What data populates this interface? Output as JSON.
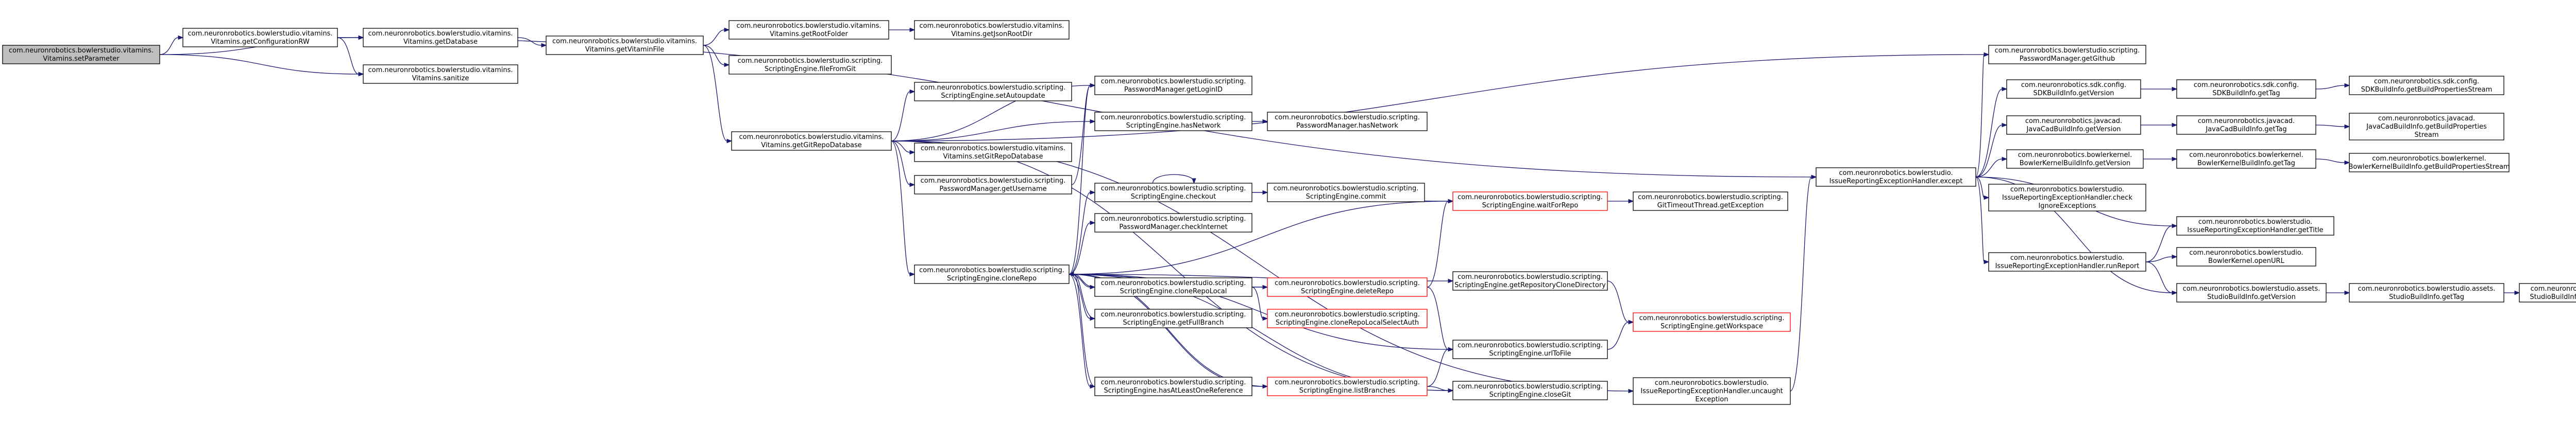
{
  "colors": {
    "root_fill": "#bfbfbf",
    "node_fill": "#ffffff",
    "node_border": "#000000",
    "warn_border": "#ff0000",
    "edge": "#191970"
  },
  "nodes": [
    {
      "id": "root",
      "lines": [
        "com.neuronrobotics.bowlerstudio.vitamins.",
        "Vitamins.setParameter"
      ],
      "style": "root"
    },
    {
      "id": "getConfigurationRW",
      "lines": [
        "com.neuronrobotics.bowlerstudio.vitamins.",
        "Vitamins.getConfigurationRW"
      ],
      "style": "normal"
    },
    {
      "id": "getDatabase",
      "lines": [
        "com.neuronrobotics.bowlerstudio.vitamins.",
        "Vitamins.getDatabase"
      ],
      "style": "normal"
    },
    {
      "id": "sanitize",
      "lines": [
        "com.neuronrobotics.bowlerstudio.vitamins.",
        "Vitamins.sanitize"
      ],
      "style": "normal"
    },
    {
      "id": "getVitaminFile",
      "lines": [
        "com.neuronrobotics.bowlerstudio.vitamins.",
        "Vitamins.getVitaminFile"
      ],
      "style": "normal"
    },
    {
      "id": "getRootFolder",
      "lines": [
        "com.neuronrobotics.bowlerstudio.vitamins.",
        "Vitamins.getRootFolder"
      ],
      "style": "normal"
    },
    {
      "id": "getJsonRootDir",
      "lines": [
        "com.neuronrobotics.bowlerstudio.vitamins.",
        "Vitamins.getJsonRootDir"
      ],
      "style": "normal"
    },
    {
      "id": "fileFromGit",
      "lines": [
        "com.neuronrobotics.bowlerstudio.scripting.",
        "ScriptingEngine.fileFromGit"
      ],
      "style": "normal"
    },
    {
      "id": "getGitRepoDatabase",
      "lines": [
        "com.neuronrobotics.bowlerstudio.vitamins.",
        "Vitamins.getGitRepoDatabase"
      ],
      "style": "normal"
    },
    {
      "id": "setAutoupdate",
      "lines": [
        "com.neuronrobotics.bowlerstudio.scripting.",
        "ScriptingEngine.setAutoupdate"
      ],
      "style": "normal"
    },
    {
      "id": "getLoginID",
      "lines": [
        "com.neuronrobotics.bowlerstudio.scripting.",
        "PasswordManager.getLoginID"
      ],
      "style": "normal"
    },
    {
      "id": "hasNetwork",
      "lines": [
        "com.neuronrobotics.bowlerstudio.scripting.",
        "ScriptingEngine.hasNetwork"
      ],
      "style": "normal"
    },
    {
      "id": "pmHasNetwork",
      "lines": [
        "com.neuronrobotics.bowlerstudio.scripting.",
        "PasswordManager.hasNetwork"
      ],
      "style": "normal"
    },
    {
      "id": "setGitRepoDatabase",
      "lines": [
        "com.neuronrobotics.bowlerstudio.vitamins.",
        "Vitamins.setGitRepoDatabase"
      ],
      "style": "normal"
    },
    {
      "id": "getUsername",
      "lines": [
        "com.neuronrobotics.bowlerstudio.scripting.",
        "PasswordManager.getUsername"
      ],
      "style": "normal"
    },
    {
      "id": "checkout",
      "lines": [
        "com.neuronrobotics.bowlerstudio.scripting.",
        "ScriptingEngine.checkout"
      ],
      "style": "normal"
    },
    {
      "id": "commit",
      "lines": [
        "com.neuronrobotics.bowlerstudio.scripting.",
        "ScriptingEngine.commit"
      ],
      "style": "normal"
    },
    {
      "id": "checkInternet",
      "lines": [
        "com.neuronrobotics.bowlerstudio.scripting.",
        "PasswordManager.checkInternet"
      ],
      "style": "normal"
    },
    {
      "id": "waitForRepo",
      "lines": [
        "com.neuronrobotics.bowlerstudio.scripting.",
        "ScriptingEngine.waitForRepo"
      ],
      "style": "warn"
    },
    {
      "id": "timeoutGetException",
      "lines": [
        "com.neuronrobotics.bowlerstudio.scripting.",
        "GitTimeoutThread.getException"
      ],
      "style": "normal"
    },
    {
      "id": "cloneRepo",
      "lines": [
        "com.neuronrobotics.bowlerstudio.scripting.",
        "ScriptingEngine.cloneRepo"
      ],
      "style": "normal"
    },
    {
      "id": "cloneRepoLocal",
      "lines": [
        "com.neuronrobotics.bowlerstudio.scripting.",
        "ScriptingEngine.cloneRepoLocal"
      ],
      "style": "normal"
    },
    {
      "id": "deleteRepo",
      "lines": [
        "com.neuronrobotics.bowlerstudio.scripting.",
        "ScriptingEngine.deleteRepo"
      ],
      "style": "warn"
    },
    {
      "id": "getRepositoryCloneDirectory",
      "lines": [
        "com.neuronrobotics.bowlerstudio.scripting.",
        "ScriptingEngine.getRepositoryCloneDirectory"
      ],
      "style": "normal"
    },
    {
      "id": "cloneRepoLocalSelectAuth",
      "lines": [
        "com.neuronrobotics.bowlerstudio.scripting.",
        "ScriptingEngine.cloneRepoLocalSelectAuth"
      ],
      "style": "warn"
    },
    {
      "id": "getFullBranch",
      "lines": [
        "com.neuronrobotics.bowlerstudio.scripting.",
        "ScriptingEngine.getFullBranch"
      ],
      "style": "normal"
    },
    {
      "id": "getWorkspace",
      "lines": [
        "com.neuronrobotics.bowlerstudio.scripting.",
        "ScriptingEngine.getWorkspace"
      ],
      "style": "warn"
    },
    {
      "id": "urlToFile",
      "lines": [
        "com.neuronrobotics.bowlerstudio.scripting.",
        "ScriptingEngine.urlToFile"
      ],
      "style": "normal"
    },
    {
      "id": "hasAtLeastOneReference",
      "lines": [
        "com.neuronrobotics.bowlerstudio.scripting.",
        "ScriptingEngine.hasAtLeastOneReference"
      ],
      "style": "normal"
    },
    {
      "id": "listBranches",
      "lines": [
        "com.neuronrobotics.bowlerstudio.scripting.",
        "ScriptingEngine.listBranches"
      ],
      "style": "warn"
    },
    {
      "id": "closeGit",
      "lines": [
        "com.neuronrobotics.bowlerstudio.scripting.",
        "ScriptingEngine.closeGit"
      ],
      "style": "normal"
    },
    {
      "id": "uncaughtException",
      "lines": [
        "com.neuronrobotics.bowlerstudio.",
        "IssueReportingExceptionHandler.uncaught",
        "Exception"
      ],
      "style": "normal"
    },
    {
      "id": "except",
      "lines": [
        "com.neuronrobotics.bowlerstudio.",
        "IssueReportingExceptionHandler.except"
      ],
      "style": "normal"
    },
    {
      "id": "getGithub",
      "lines": [
        "com.neuronrobotics.bowlerstudio.scripting.",
        "PasswordManager.getGithub"
      ],
      "style": "normal"
    },
    {
      "id": "sdkGetVersion",
      "lines": [
        "com.neuronrobotics.sdk.config.",
        "SDKBuildInfo.getVersion"
      ],
      "style": "normal"
    },
    {
      "id": "sdkGetTag",
      "lines": [
        "com.neuronrobotics.sdk.config.",
        "SDKBuildInfo.getTag"
      ],
      "style": "normal"
    },
    {
      "id": "sdkGetStream",
      "lines": [
        "com.neuronrobotics.sdk.config.",
        "SDKBuildInfo.getBuildPropertiesStream"
      ],
      "style": "normal"
    },
    {
      "id": "javacadGetVersion",
      "lines": [
        "com.neuronrobotics.javacad.",
        "JavaCadBuildInfo.getVersion"
      ],
      "style": "normal"
    },
    {
      "id": "javacadGetTag",
      "lines": [
        "com.neuronrobotics.javacad.",
        "JavaCadBuildInfo.getTag"
      ],
      "style": "normal"
    },
    {
      "id": "javacadGetStream",
      "lines": [
        "com.neuronrobotics.javacad.",
        "JavaCadBuildInfo.getBuildProperties",
        "Stream"
      ],
      "style": "normal"
    },
    {
      "id": "kernelGetVersion",
      "lines": [
        "com.neuronrobotics.bowlerkernel.",
        "BowlerKernelBuildInfo.getVersion"
      ],
      "style": "normal"
    },
    {
      "id": "kernelGetTag",
      "lines": [
        "com.neuronrobotics.bowlerkernel.",
        "BowlerKernelBuildInfo.getTag"
      ],
      "style": "normal"
    },
    {
      "id": "kernelGetStream",
      "lines": [
        "com.neuronrobotics.bowlerkernel.",
        "BowlerKernelBuildInfo.getBuildPropertiesStream"
      ],
      "style": "normal"
    },
    {
      "id": "checkIgnoreExceptions",
      "lines": [
        "com.neuronrobotics.bowlerstudio.",
        "IssueReportingExceptionHandler.check",
        "IgnoreExceptions"
      ],
      "style": "normal"
    },
    {
      "id": "getTitle",
      "lines": [
        "com.neuronrobotics.bowlerstudio.",
        "IssueReportingExceptionHandler.getTitle"
      ],
      "style": "normal"
    },
    {
      "id": "runReport",
      "lines": [
        "com.neuronrobotics.bowlerstudio.",
        "IssueReportingExceptionHandler.runReport"
      ],
      "style": "normal"
    },
    {
      "id": "openURL",
      "lines": [
        "com.neuronrobotics.bowlerstudio.",
        "BowlerKernel.openURL"
      ],
      "style": "normal"
    },
    {
      "id": "studioGetVersion",
      "lines": [
        "com.neuronrobotics.bowlerstudio.assets.",
        "StudioBuildInfo.getVersion"
      ],
      "style": "normal"
    },
    {
      "id": "studioGetTag",
      "lines": [
        "com.neuronrobotics.bowlerstudio.assets.",
        "StudioBuildInfo.getTag"
      ],
      "style": "normal"
    },
    {
      "id": "studioGetStream",
      "lines": [
        "com.neuronrobotics.bowlerstudio.assets.",
        "StudioBuildInfo.getBuildPropertiesStream"
      ],
      "style": "normal"
    }
  ],
  "edges": [
    [
      "root",
      "getConfigurationRW"
    ],
    [
      "root",
      "getDatabase"
    ],
    [
      "root",
      "sanitize"
    ],
    [
      "getConfigurationRW",
      "getDatabase"
    ],
    [
      "getConfigurationRW",
      "sanitize"
    ],
    [
      "getConfigurationRW",
      "except"
    ],
    [
      "getDatabase",
      "getVitaminFile"
    ],
    [
      "getVitaminFile",
      "getRootFolder"
    ],
    [
      "getVitaminFile",
      "fileFromGit"
    ],
    [
      "getVitaminFile",
      "getGitRepoDatabase"
    ],
    [
      "getRootFolder",
      "getJsonRootDir"
    ],
    [
      "getGitRepoDatabase",
      "setAutoupdate"
    ],
    [
      "getGitRepoDatabase",
      "getLoginID"
    ],
    [
      "getGitRepoDatabase",
      "hasNetwork"
    ],
    [
      "getGitRepoDatabase",
      "setGitRepoDatabase"
    ],
    [
      "getGitRepoDatabase",
      "getUsername"
    ],
    [
      "getGitRepoDatabase",
      "cloneRepo"
    ],
    [
      "getGitRepoDatabase",
      "getGithub"
    ],
    [
      "getGitRepoDatabase",
      "closeGit"
    ],
    [
      "getGitRepoDatabase",
      "uncaughtException"
    ],
    [
      "hasNetwork",
      "pmHasNetwork"
    ],
    [
      "getUsername",
      "getLoginID"
    ],
    [
      "cloneRepo",
      "getLoginID"
    ],
    [
      "cloneRepo",
      "checkout"
    ],
    [
      "cloneRepo",
      "checkInternet"
    ],
    [
      "cloneRepo",
      "waitForRepo"
    ],
    [
      "cloneRepo",
      "cloneRepoLocal"
    ],
    [
      "cloneRepo",
      "getRepositoryCloneDirectory"
    ],
    [
      "cloneRepo",
      "getFullBranch"
    ],
    [
      "cloneRepo",
      "urlToFile"
    ],
    [
      "cloneRepo",
      "hasAtLeastOneReference"
    ],
    [
      "cloneRepo",
      "listBranches"
    ],
    [
      "cloneRepo",
      "closeGit"
    ],
    [
      "checkout",
      "checkout"
    ],
    [
      "checkout",
      "commit"
    ],
    [
      "checkout",
      "waitForRepo"
    ],
    [
      "waitForRepo",
      "timeoutGetException"
    ],
    [
      "cloneRepoLocal",
      "cloneRepo"
    ],
    [
      "cloneRepoLocal",
      "deleteRepo"
    ],
    [
      "cloneRepoLocal",
      "cloneRepoLocalSelectAuth"
    ],
    [
      "deleteRepo",
      "cloneRepo"
    ],
    [
      "deleteRepo",
      "waitForRepo"
    ],
    [
      "deleteRepo",
      "urlToFile"
    ],
    [
      "getRepositoryCloneDirectory",
      "getWorkspace"
    ],
    [
      "getFullBranch",
      "cloneRepo"
    ],
    [
      "urlToFile",
      "getWorkspace"
    ],
    [
      "hasAtLeastOneReference",
      "cloneRepo"
    ],
    [
      "listBranches",
      "cloneRepo"
    ],
    [
      "listBranches",
      "urlToFile"
    ],
    [
      "listBranches",
      "closeGit"
    ],
    [
      "uncaughtException",
      "except"
    ],
    [
      "except",
      "getGithub"
    ],
    [
      "except",
      "sdkGetVersion"
    ],
    [
      "except",
      "javacadGetVersion"
    ],
    [
      "except",
      "kernelGetVersion"
    ],
    [
      "except",
      "checkIgnoreExceptions"
    ],
    [
      "except",
      "getTitle"
    ],
    [
      "except",
      "runReport"
    ],
    [
      "except",
      "studioGetVersion"
    ],
    [
      "sdkGetVersion",
      "sdkGetTag"
    ],
    [
      "sdkGetTag",
      "sdkGetStream"
    ],
    [
      "javacadGetVersion",
      "javacadGetTag"
    ],
    [
      "javacadGetTag",
      "javacadGetStream"
    ],
    [
      "kernelGetVersion",
      "kernelGetTag"
    ],
    [
      "kernelGetTag",
      "kernelGetStream"
    ],
    [
      "runReport",
      "getTitle"
    ],
    [
      "runReport",
      "openURL"
    ],
    [
      "runReport",
      "studioGetVersion"
    ],
    [
      "studioGetVersion",
      "studioGetTag"
    ],
    [
      "studioGetTag",
      "studioGetStream"
    ]
  ]
}
